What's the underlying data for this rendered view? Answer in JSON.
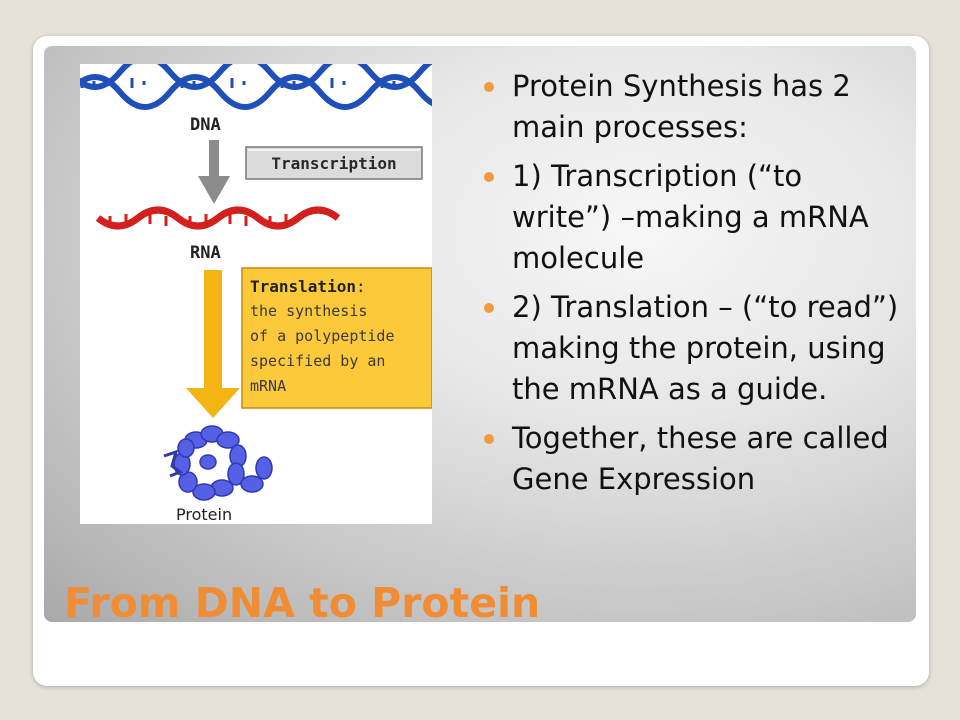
{
  "slide": {
    "title": "From DNA to Protein",
    "bullets": [
      "Protein Synthesis has 2 main processes:",
      "1) Transcription (“to write”) –making a mRNA molecule",
      "2) Translation – (“to read”) making the protein, using the mRNA as a guide.",
      "Together, these are called Gene Expression"
    ],
    "accent_color": "#f08d34"
  },
  "figure": {
    "dna_label": "DNA",
    "transcription_label": "Transcription",
    "rna_label": "RNA",
    "translation_heading": "Translation",
    "translation_colon": ":",
    "translation_lines": [
      "the synthesis",
      "of a polypeptide",
      "specified by an",
      "mRNA"
    ],
    "protein_label": "Protein",
    "dna_color": "#1f4fb8",
    "rna_color": "#d41f1f",
    "arrow_gray": "#8c8c8c",
    "arrow_gold": "#f4b414",
    "protein_color": "#5560e6"
  }
}
